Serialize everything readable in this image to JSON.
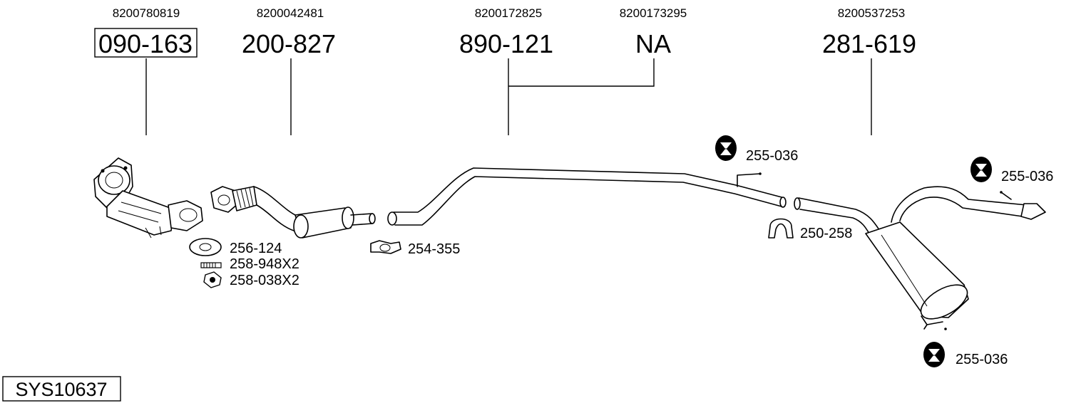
{
  "system_code": "SYS10637",
  "parts": [
    {
      "oem": "8200780819",
      "number": "090-163",
      "boxed": true
    },
    {
      "oem": "8200042481",
      "number": "200-827",
      "boxed": false
    },
    {
      "oem": "8200172825",
      "number": "890-121",
      "boxed": false
    },
    {
      "oem": "8200173295",
      "number": "NA",
      "boxed": false
    },
    {
      "oem": "8200537253",
      "number": "281-619",
      "boxed": false
    }
  ],
  "accessories": [
    {
      "label": "256-124"
    },
    {
      "label": "258-948X2"
    },
    {
      "label": "258-038X2"
    },
    {
      "label": "254-355"
    },
    {
      "label": "255-036"
    },
    {
      "label": "250-258"
    },
    {
      "label": "255-036"
    },
    {
      "label": "255-036"
    }
  ]
}
